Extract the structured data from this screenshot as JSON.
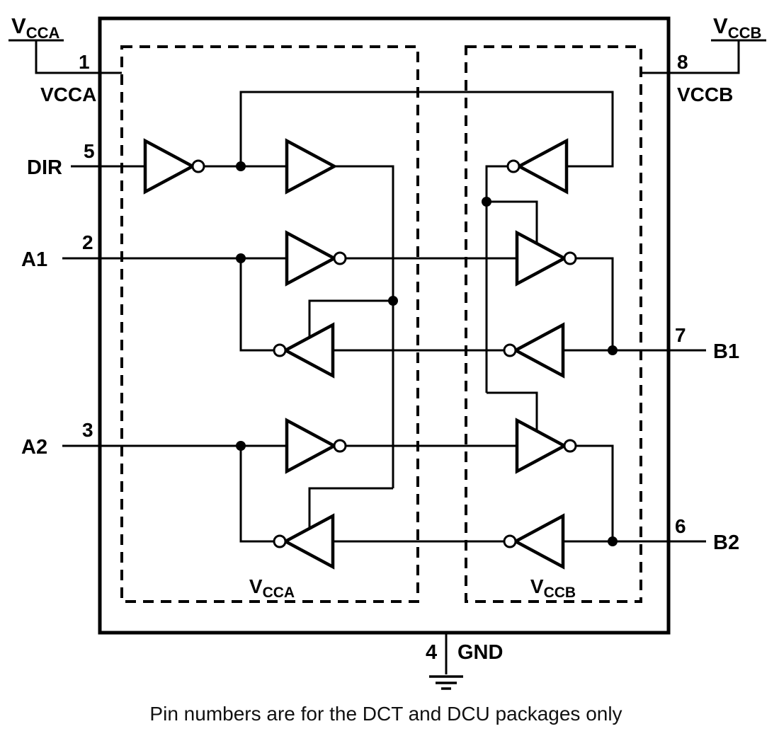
{
  "supplies": {
    "vcca": {
      "base": "V",
      "sub": "CCA"
    },
    "vccb": {
      "base": "V",
      "sub": "CCB"
    }
  },
  "pins": {
    "vcca": {
      "number": "1",
      "label": "VCCA"
    },
    "vccb": {
      "number": "8",
      "label": "VCCB"
    },
    "dir": {
      "number": "5",
      "label": "DIR"
    },
    "a1": {
      "number": "2",
      "label": "A1"
    },
    "a2": {
      "number": "3",
      "label": "A2"
    },
    "b1": {
      "number": "7",
      "label": "B1"
    },
    "b2": {
      "number": "6",
      "label": "B2"
    },
    "gnd": {
      "number": "4",
      "label": "GND"
    }
  },
  "domains": {
    "vcca": {
      "base": "V",
      "sub": "CCA"
    },
    "vccb": {
      "base": "V",
      "sub": "CCB"
    }
  },
  "caption": "Pin numbers are for the DCT and DCU packages only",
  "colors": {
    "line": "#000000",
    "background": "#ffffff"
  }
}
